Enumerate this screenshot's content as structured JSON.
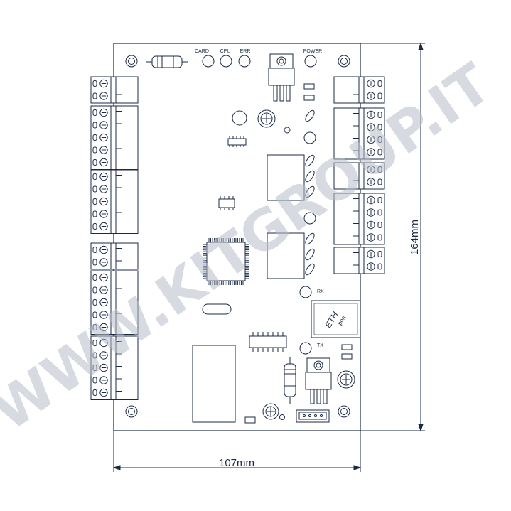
{
  "labels": {
    "card": "CARD",
    "cpu": "CPU",
    "err": "ERR",
    "power": "POWER",
    "rx": "RX",
    "tx": "TX",
    "eth": "ETH",
    "port": "port"
  },
  "dimensions": {
    "width": "107mm",
    "height": "164mm"
  },
  "watermark": "WWW.KITGROUP.IT",
  "colors": {
    "line": "#1b2a44",
    "watermark": "#c9ccd6"
  }
}
